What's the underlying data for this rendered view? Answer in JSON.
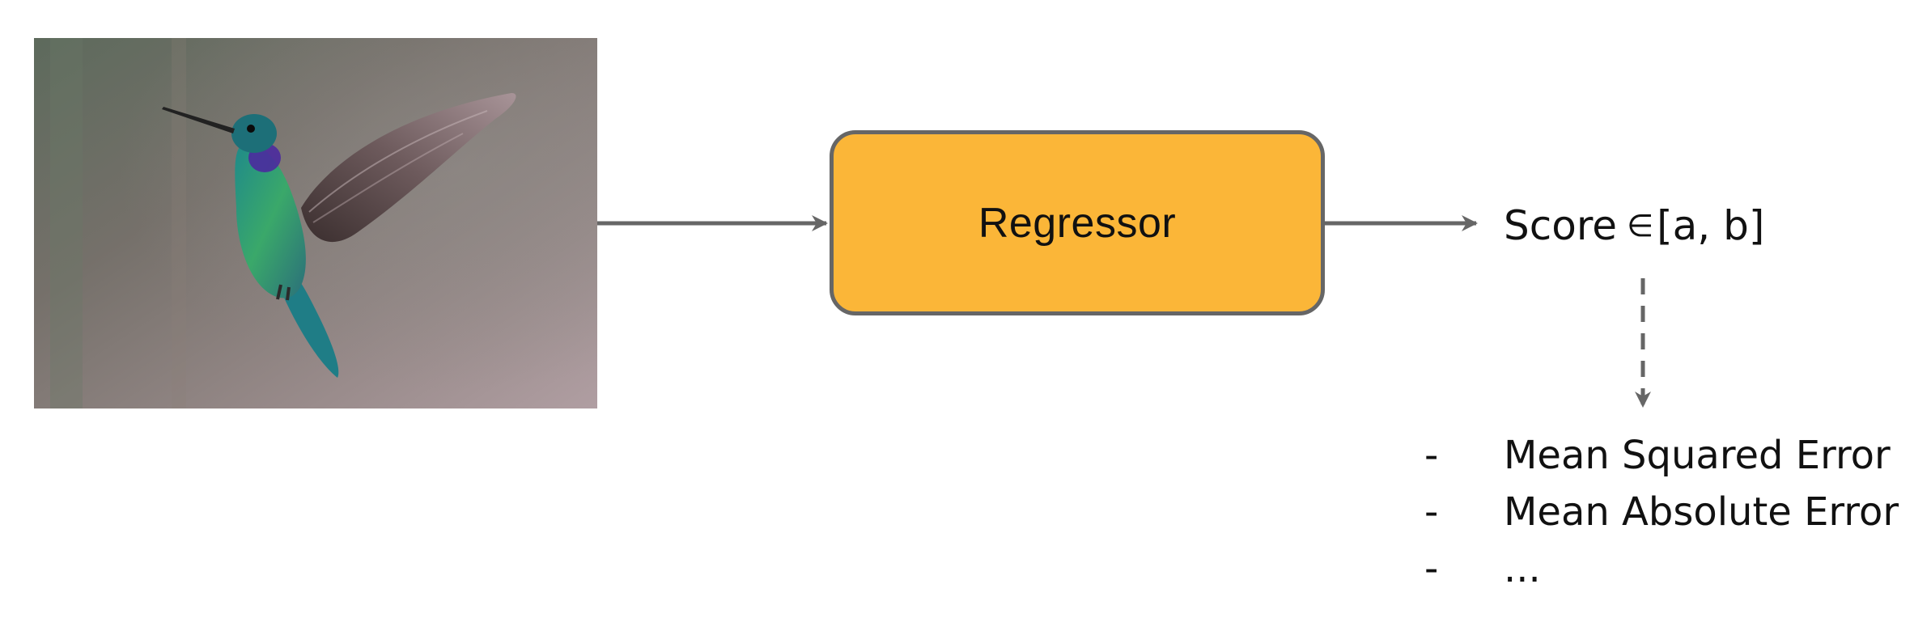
{
  "diagram": {
    "image_alt": "hummingbird photo",
    "regressor_label": "Regressor",
    "score": {
      "label": "Score",
      "symbol": "∈",
      "range": "[a, b]"
    },
    "metrics": [
      {
        "bullet": "-",
        "label": "Mean Squared Error"
      },
      {
        "bullet": "-",
        "label": "Mean Absolute Error"
      },
      {
        "bullet": "-",
        "label": "..."
      }
    ]
  },
  "colors": {
    "box_fill": "#fbb638",
    "border": "#666666",
    "arrow": "#666666",
    "text": "#111111"
  }
}
